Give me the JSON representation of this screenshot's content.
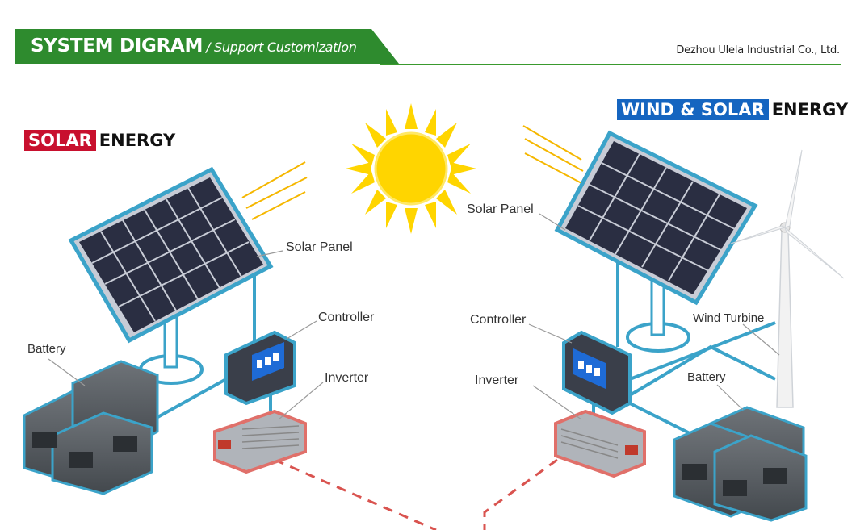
{
  "header": {
    "title": "SYSTEM DIGRAM",
    "subtitle": "/ Support Customization",
    "company": "Dezhou Ulela Industrial Co., Ltd."
  },
  "left": {
    "title_highlight": "SOLAR",
    "title_rest": "ENERGY",
    "labels": {
      "panel": "Solar Panel",
      "controller": "Controller",
      "inverter": "Inverter",
      "battery": "Battery"
    }
  },
  "right": {
    "title_highlight": "WIND & SOLAR",
    "title_rest": "ENERGY",
    "labels": {
      "panel": "Solar Panel",
      "controller": "Controller",
      "inverter": "Inverter",
      "battery": "Battery",
      "turbine": "Wind Turbine"
    }
  },
  "colors": {
    "banner_green": "#2e8b2e",
    "accent_red": "#c8102e",
    "accent_blue": "#1565c0",
    "wire": "#3ba3c9",
    "sun": "#ffd500"
  }
}
